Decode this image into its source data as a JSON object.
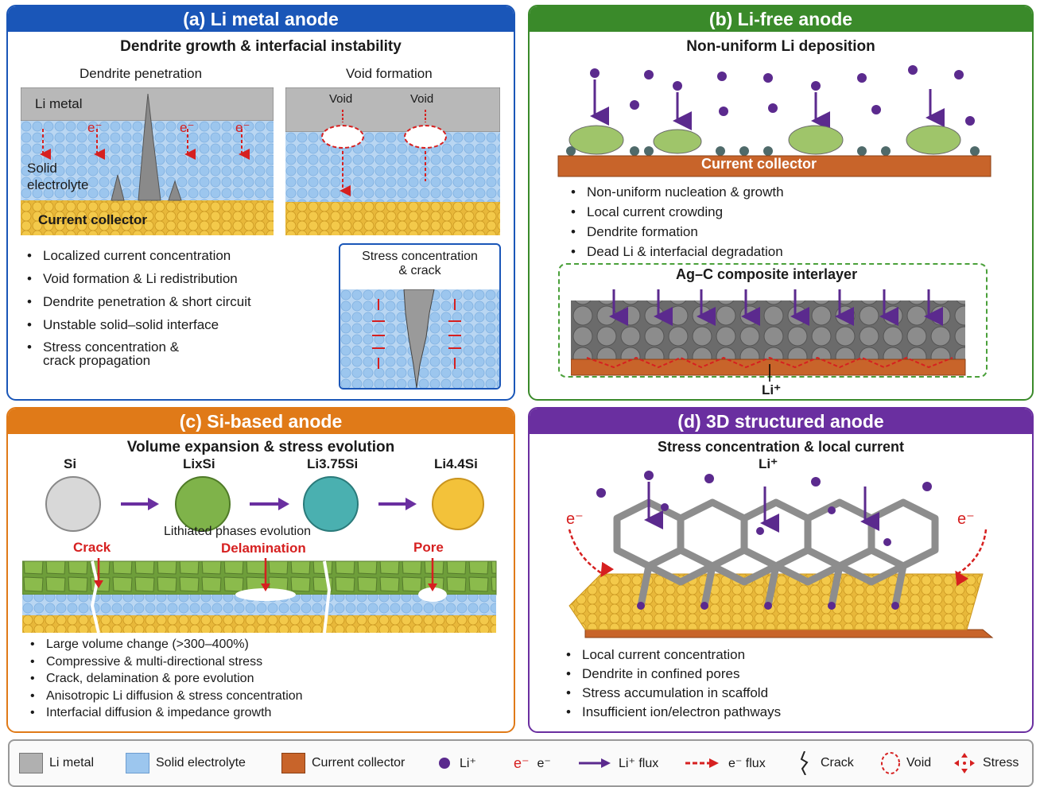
{
  "panel_a": {
    "title": "(a) Li metal anode",
    "subtitle": "Dendrite growth & interfacial instability",
    "dendrite_title": "Dendrite penetration",
    "void_title": "Void formation",
    "li_metal": "Li metal",
    "solid_electrolyte_1": "Solid",
    "solid_electrolyte_2": "electrolyte",
    "current_collector": "Current collector",
    "void_label": "Void",
    "electron": "e⁻",
    "stress_title_1": "Stress concentration",
    "stress_title_2": "& crack",
    "bullets": [
      "Localized current concentration",
      "Void formation & Li redistribution",
      "Dendrite penetration & short circuit",
      "Unstable solid–solid interface",
      "Stress concentration &",
      "crack propagation"
    ],
    "color": "#1a56b8"
  },
  "panel_b": {
    "title": "(b) Li-free anode",
    "subtitle": "Non-uniform Li deposition",
    "current_collector": "Current collector",
    "bullets": [
      "Non-uniform nucleation & growth",
      "Local current crowding",
      "Dendrite formation",
      "Dead Li & interfacial degradation"
    ],
    "interlayer_title": "Ag–C composite interlayer",
    "li_plus": "Li⁺",
    "color": "#3a8a2a"
  },
  "panel_c": {
    "title": "(c) Si-based anode",
    "subtitle": "Volume expansion & stress evolution",
    "phases": [
      "Si",
      "LixSi",
      "Li3.75Si",
      "Li4.4Si"
    ],
    "phases_caption": "Lithiated phases evolution",
    "crack": "Crack",
    "delamination": "Delamination",
    "pore": "Pore",
    "bullets": [
      "Large volume change (>300–400%)",
      "Compressive & multi-directional stress",
      "Crack, delamination & pore evolution",
      "Anisotropic Li diffusion & stress concentration",
      "Interfacial diffusion & impedance growth"
    ],
    "color": "#e07a18"
  },
  "panel_d": {
    "title": "(d) 3D structured anode",
    "subtitle": "Stress concentration & local current",
    "li_plus": "Li⁺",
    "electron": "e⁻",
    "bullets": [
      "Local current concentration",
      "Dendrite in confined pores",
      "Stress accumulation in scaffold",
      "Insufficient ion/electron pathways"
    ],
    "color": "#6a2fa0"
  },
  "legend": {
    "li_metal": "Li metal",
    "solid_electrolyte": "Solid electrolyte",
    "current_collector": "Current collector",
    "li_ion": "Li⁺",
    "electron_symbol": "e⁻",
    "electron": "e⁻",
    "li_flux": "Li⁺ flux",
    "e_flux": "e⁻ flux",
    "crack": "Crack",
    "void": "Void",
    "stress": "Stress"
  }
}
